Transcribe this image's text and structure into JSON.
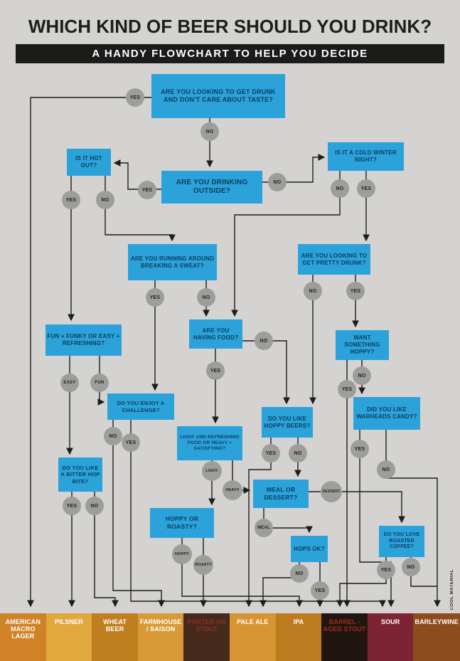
{
  "header": {
    "title": "WHICH KIND OF BEER SHOULD YOU DRINK?",
    "subtitle": "A HANDY FLOWCHART TO HELP YOU DECIDE"
  },
  "credit": "COOL MATERIAL",
  "colors": {
    "background": "#d4d3d1",
    "box_blue": "#2ba2da",
    "box_text": "#0d3d5c",
    "circle_bg": "#9d9d9b",
    "circle_text": "#222222",
    "line": "#1d1d1b",
    "bar_bg": "#1b1b1a",
    "bar_text": "#ffffff",
    "title": "#1d1d1b"
  },
  "nodes": [
    {
      "label": "ARE YOU LOOKING TO GET DRUNK AND DON'T CARE ABOUT TASTE?"
    },
    {
      "label": "IS IT HOT OUT?"
    },
    {
      "label": "IS IT A COLD WINTER NIGHT?"
    },
    {
      "label": "ARE YOU DRINKING OUTSIDE?"
    },
    {
      "label": "ARE YOU RUNNING AROUND BREAKING A SWEAT?"
    },
    {
      "label": "ARE YOU LOOKING TO GET PRETTY DRUNK?"
    },
    {
      "label": "FUN + FUNKY OR EASY + REFRESHING?"
    },
    {
      "label": "ARE YOU HAVING FOOD?"
    },
    {
      "label": "WANT SOMETHING HOPPY?"
    },
    {
      "label": "DO YOU ENJOY A CHALLENGE?"
    },
    {
      "label": "DO YOU LIKE HOPPY BEERS?"
    },
    {
      "label": "DID YOU LIKE WARHEADS CANDY?"
    },
    {
      "label": "LIGHT AND REFRESHING FOOD OR HEAVY + SATISFYING?"
    },
    {
      "label": "DO YOU LIKE A BITTER HOP BITE?"
    },
    {
      "label": "MEAL OR DESSERT?"
    },
    {
      "label": "HOPPY OR ROASTY?"
    },
    {
      "label": "HOPS OK?"
    },
    {
      "label": "DO YOU LOVE ROASTED COFFEE?"
    }
  ],
  "circles": [
    {
      "text": "YES"
    },
    {
      "text": "NO"
    },
    {
      "text": "YES"
    },
    {
      "text": "NO"
    },
    {
      "text": "YES"
    },
    {
      "text": "NO"
    },
    {
      "text": "NO"
    },
    {
      "text": "YES"
    },
    {
      "text": "YES"
    },
    {
      "text": "NO"
    },
    {
      "text": "NO"
    },
    {
      "text": "YES"
    },
    {
      "text": "EASY"
    },
    {
      "text": "FUN"
    },
    {
      "text": "NO"
    },
    {
      "text": "YES"
    },
    {
      "text": "NO"
    },
    {
      "text": "YES"
    },
    {
      "text": "NO"
    },
    {
      "text": "YES"
    },
    {
      "text": "YES"
    },
    {
      "text": "NO"
    },
    {
      "text": "YES"
    },
    {
      "text": "NO"
    },
    {
      "text": "LIGHT"
    },
    {
      "text": "HEAVY"
    },
    {
      "text": "YES"
    },
    {
      "text": "NO"
    },
    {
      "text": "DESSERT"
    },
    {
      "text": "MEAL"
    },
    {
      "text": "HOPPY"
    },
    {
      "text": "ROASTY"
    },
    {
      "text": "NO"
    },
    {
      "text": "YES"
    },
    {
      "text": "YES"
    },
    {
      "text": "NO"
    }
  ],
  "beers": [
    {
      "name": "AMERICAN MACRO LAGER",
      "bg": "#cf8326",
      "fg": "#ffffff"
    },
    {
      "name": "PILSNER",
      "bg": "#e0a83d",
      "fg": "#ffffff"
    },
    {
      "name": "WHEAT BEER",
      "bg": "#c07f1f",
      "fg": "#ffffff"
    },
    {
      "name": "FARMHOUSE / SAISON",
      "bg": "#d79a36",
      "fg": "#ffffff"
    },
    {
      "name": "PORTER OR STOUT",
      "bg": "#45291a",
      "fg": "#8c3120"
    },
    {
      "name": "PALE ALE",
      "bg": "#d79432",
      "fg": "#ffffff"
    },
    {
      "name": "IPA",
      "bg": "#bd7c20",
      "fg": "#ffffff"
    },
    {
      "name": "BARREL - AGED STOUT",
      "bg": "#201510",
      "fg": "#a02c1c"
    },
    {
      "name": "SOUR",
      "bg": "#7c2433",
      "fg": "#ffffff"
    },
    {
      "name": "BARLEYWINE",
      "bg": "#8d4c1d",
      "fg": "#ffffff"
    }
  ]
}
